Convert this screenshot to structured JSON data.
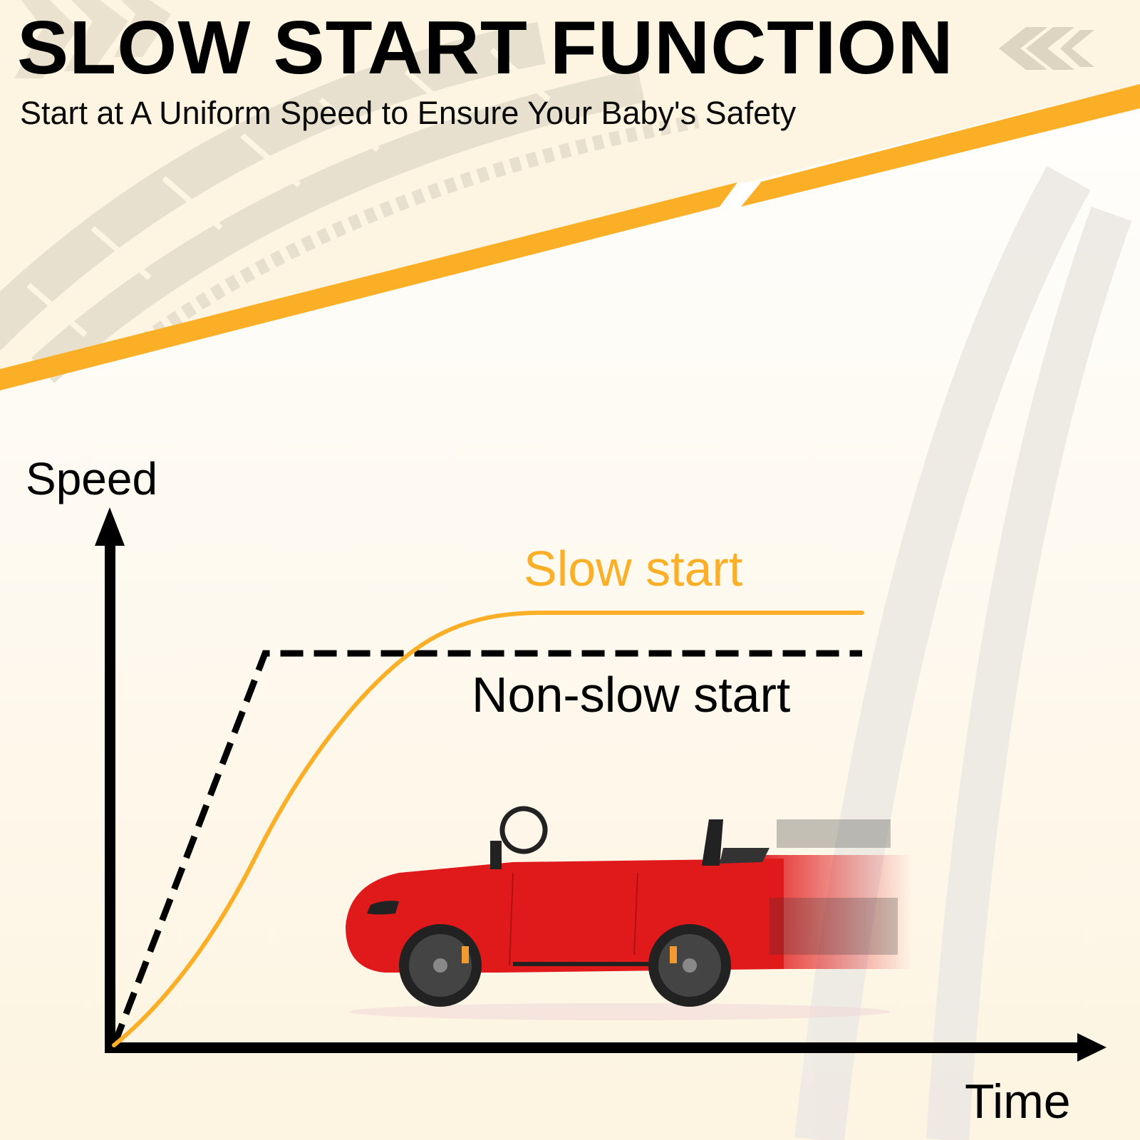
{
  "header": {
    "title": "SLOW START FUNCTION",
    "subtitle": "Start at A Uniform Speed to Ensure Your Baby's Safety"
  },
  "colors": {
    "accent": "#FBAF27",
    "cream": "#FDF4E1",
    "tire_track": "#E5DDCB",
    "axis": "#000000",
    "car_red": "#E0191B"
  },
  "chart_data": {
    "type": "line",
    "title": "SLOW START FUNCTION",
    "subtitle": "Start at A Uniform Speed to Ensure Your Baby's Safety",
    "xlabel": "Time",
    "ylabel": "Speed",
    "grid": false,
    "legend_position": "inline labels",
    "x": [
      0,
      0.1,
      0.2,
      0.3,
      0.4,
      0.5,
      0.6,
      0.7,
      0.8,
      0.9,
      1.0
    ],
    "series": [
      {
        "name": "Slow start",
        "style": "solid",
        "color": "#FBAF27",
        "values": [
          0,
          0.12,
          0.3,
          0.52,
          0.7,
          0.78,
          0.8,
          0.8,
          0.8,
          0.8,
          0.8
        ]
      },
      {
        "name": "Non-slow start",
        "style": "dashed",
        "color": "#000000",
        "values": [
          0,
          0.35,
          0.7,
          0.74,
          0.74,
          0.74,
          0.74,
          0.74,
          0.74,
          0.74,
          0.74
        ]
      }
    ],
    "annotations": [
      "Slow start",
      "Non-slow start"
    ],
    "ylim": [
      0,
      1
    ],
    "xlim": [
      0,
      1
    ]
  },
  "chart": {
    "y_axis_label": "Speed",
    "x_axis_label": "Time",
    "legend_slow": "Slow start",
    "legend_non_slow": "Non-slow start"
  },
  "image": {
    "subject": "red ride-on toy car with motion blur"
  },
  "icons": {
    "chevrons_left": "triple-chevron-left-icon",
    "chevrons_right": "triple-chevron-right-icon"
  }
}
